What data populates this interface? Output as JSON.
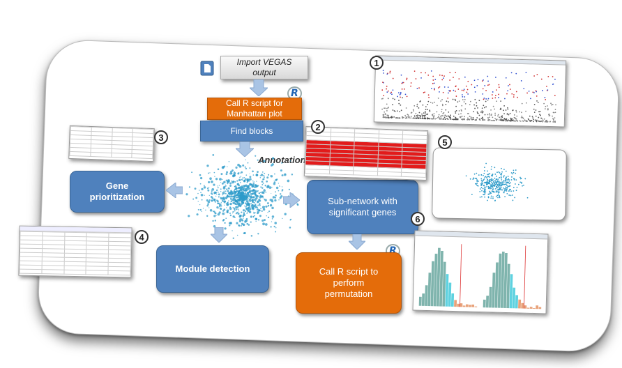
{
  "steps": {
    "import": "Import VEGAS output",
    "manhattan": "Call R script for Manhattan plot",
    "find_blocks": "Find blocks",
    "annotation": "Annotation",
    "gene_prioritization": "Gene prioritization",
    "subnetwork": "Sub-network with significant genes",
    "module_detection": "Module detection",
    "permutation": "Call R script to perform permutation"
  },
  "markers": [
    "1",
    "2",
    "3",
    "4",
    "5",
    "6"
  ],
  "r_logo": "R",
  "colors": {
    "blue": "#4f81bd",
    "orange": "#e46c0a",
    "network": "#2e9bc9",
    "highlight_red": "#e21b1b"
  },
  "icons": [
    "document-icon",
    "r-logo-icon",
    "arrow-icon"
  ]
}
